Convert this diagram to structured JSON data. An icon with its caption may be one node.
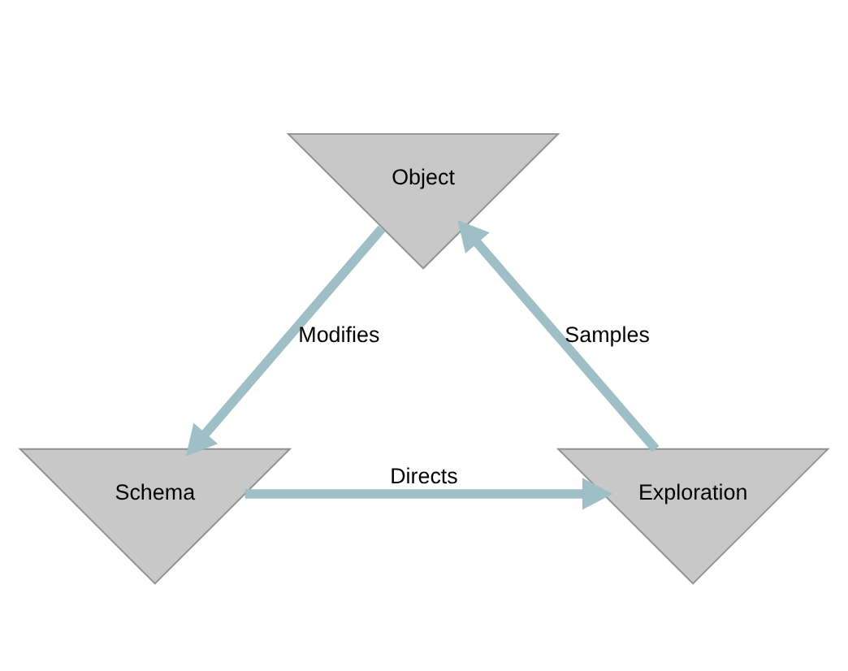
{
  "diagram": {
    "nodes": [
      {
        "text": [
          "Object"
        ]
      },
      {
        "text": [
          "Schema"
        ]
      },
      {
        "text": [
          "Exploration"
        ]
      }
    ],
    "edges": [
      {
        "from": 0,
        "to": 1,
        "arrow": "to",
        "label": "Modifies"
      },
      {
        "from": 1,
        "to": 2,
        "arrow": "to",
        "label": "Directs"
      },
      {
        "from": 2,
        "to": 0,
        "arrow": "to",
        "label": "Samples"
      }
    ]
  }
}
